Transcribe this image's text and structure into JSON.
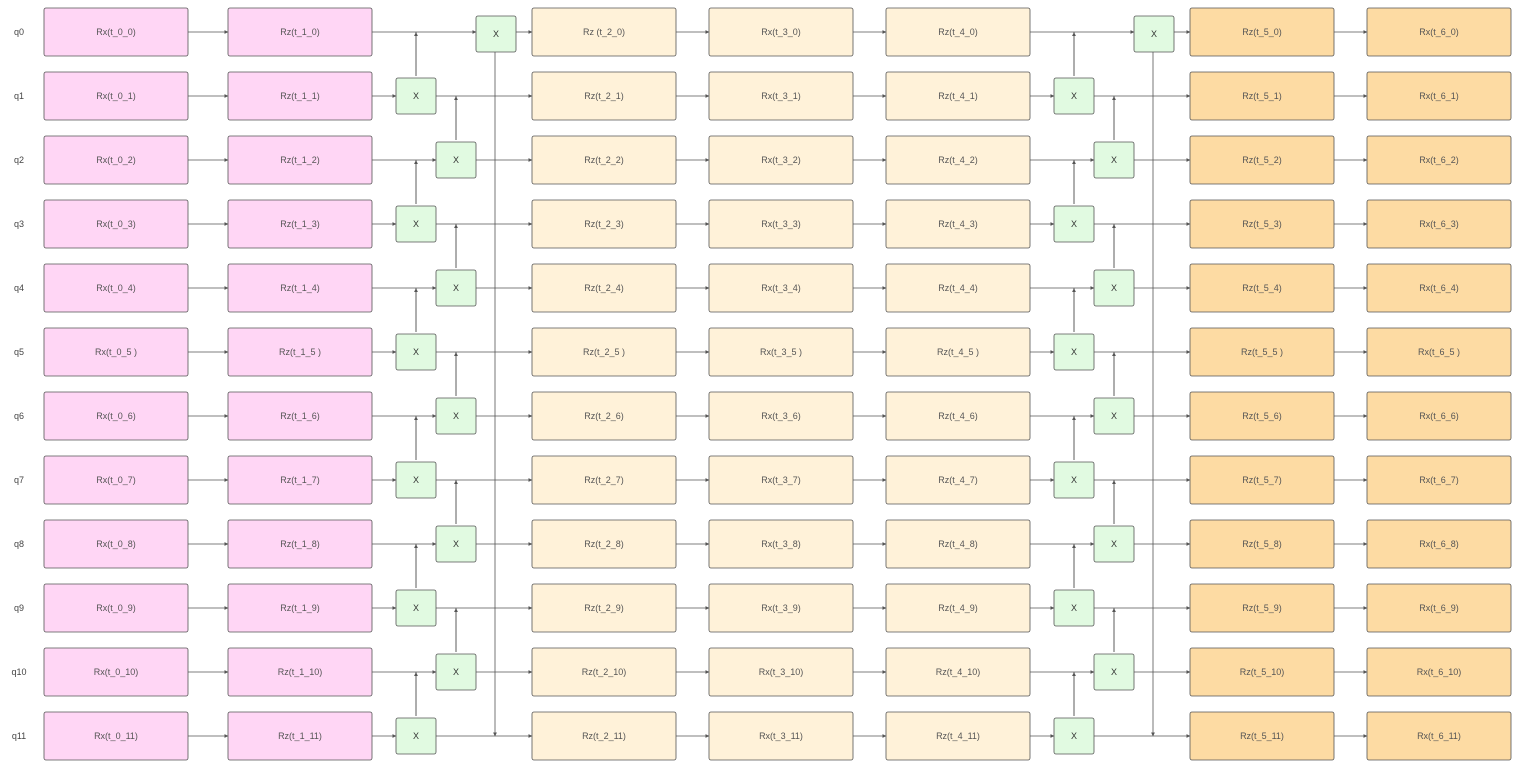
{
  "qubits": [
    "q0",
    "q1",
    "q2",
    "q3",
    "q4",
    "q5",
    "q6",
    "q7",
    "q8",
    "q9",
    "q10",
    "q11"
  ],
  "colors": {
    "layer0": "#ffd6f5",
    "layer1": "#ffd6f5",
    "layer2": "#fff2d9",
    "layer3": "#fff2d9",
    "layer4": "#fff2d9",
    "layer5": "#fddba3",
    "layer6": "#fddba3",
    "cnot": "#e1fae1",
    "stroke": "#555555"
  },
  "layers": [
    [
      "Rx(t_0_0)",
      "Rx(t_0_1)",
      "Rx(t_0_2)",
      "Rx(t_0_3)",
      "Rx(t_0_4)",
      "Rx(t_0_5 )",
      "Rx(t_0_6)",
      "Rx(t_0_7)",
      "Rx(t_0_8)",
      "Rx(t_0_9)",
      "Rx(t_0_10)",
      "Rx(t_0_11)"
    ],
    [
      "Rz(t_1_0)",
      "Rz(t_1_1)",
      "Rz(t_1_2)",
      "Rz(t_1_3)",
      "Rz(t_1_4)",
      "Rz(t_1_5 )",
      "Rz(t_1_6)",
      "Rz(t_1_7)",
      "Rz(t_1_8)",
      "Rz(t_1_9)",
      "Rz(t_1_10)",
      "Rz(t_1_11)"
    ],
    [
      "Rz (t_2_0)",
      "Rz(t_2_1)",
      "Rz(t_2_2)",
      "Rz(t_2_3)",
      "Rz(t_2_4)",
      "Rz(t_2_5 )",
      "Rz(t_2_6)",
      "Rz(t_2_7)",
      "Rz(t_2_8)",
      "Rz(t_2_9)",
      "Rz(t_2_10)",
      "Rz(t_2_11)"
    ],
    [
      "Rx(t_3_0)",
      "Rx(t_3_1)",
      "Rx(t_3_2)",
      "Rx(t_3_3)",
      "Rx(t_3_4)",
      "Rx(t_3_5 )",
      "Rx(t_3_6)",
      "Rx(t_3_7)",
      "Rx(t_3_8)",
      "Rx(t_3_9)",
      "Rx(t_3_10)",
      "Rx(t_3_11)"
    ],
    [
      "Rz(t_4_0)",
      "Rz(t_4_1)",
      "Rz(t_4_2)",
      "Rz(t_4_3)",
      "Rz(t_4_4)",
      "Rz(t_4_5 )",
      "Rz(t_4_6)",
      "Rz(t_4_7)",
      "Rz(t_4_8)",
      "Rz(t_4_9)",
      "Rz(t_4_10)",
      "Rz(t_4_11)"
    ],
    [
      "Rz(t_5_0)",
      "Rz(t_5_1)",
      "Rz(t_5_2)",
      "Rz(t_5_3)",
      "Rz(t_5_4)",
      "Rz(t_5_5 )",
      "Rz(t_5_6)",
      "Rz(t_5_7)",
      "Rz(t_5_8)",
      "Rz(t_5_9)",
      "Rz(t_5_10)",
      "Rz(t_5_11)"
    ],
    [
      "Rx(t_6_0)",
      "Rx(t_6_1)",
      "Rx(t_6_2)",
      "Rx(t_6_3)",
      "Rx(t_6_4)",
      "Rx(t_6_5 )",
      "Rx(t_6_6)",
      "Rx(t_6_7)",
      "Rx(t_6_8)",
      "Rx(t_6_9)",
      "Rx(t_6_10)",
      "Rx(t_6_11)"
    ]
  ],
  "entangler_blocks": [
    {
      "cnots": [
        {
          "control": 0,
          "target": 1
        },
        {
          "control": 1,
          "target": 2
        },
        {
          "control": 2,
          "target": 3
        },
        {
          "control": 3,
          "target": 4
        },
        {
          "control": 4,
          "target": 5
        },
        {
          "control": 5,
          "target": 6
        },
        {
          "control": 6,
          "target": 7
        },
        {
          "control": 7,
          "target": 8
        },
        {
          "control": 8,
          "target": 9
        },
        {
          "control": 9,
          "target": 10
        },
        {
          "control": 10,
          "target": 11
        },
        {
          "control": 11,
          "target": 0
        }
      ]
    },
    {
      "cnots": [
        {
          "control": 0,
          "target": 1
        },
        {
          "control": 1,
          "target": 2
        },
        {
          "control": 2,
          "target": 3
        },
        {
          "control": 3,
          "target": 4
        },
        {
          "control": 4,
          "target": 5
        },
        {
          "control": 5,
          "target": 6
        },
        {
          "control": 6,
          "target": 7
        },
        {
          "control": 7,
          "target": 8
        },
        {
          "control": 8,
          "target": 9
        },
        {
          "control": 9,
          "target": 10
        },
        {
          "control": 10,
          "target": 11
        },
        {
          "control": 11,
          "target": 0
        }
      ]
    }
  ],
  "cnot_label": "X"
}
